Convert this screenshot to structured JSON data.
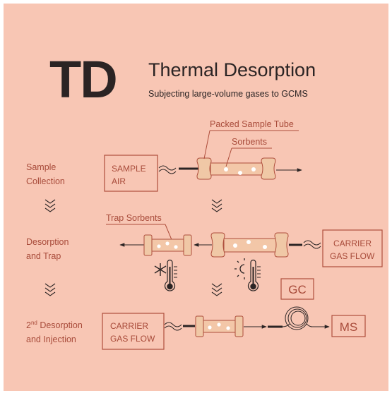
{
  "header": {
    "logo": "TD",
    "title": "Thermal Desorption",
    "subtitle": "Subjecting large-volume gases to GCMS"
  },
  "labels": {
    "packed_tube": "Packed Sample Tube",
    "sorbents": "Sorbents",
    "trap_sorbents": "Trap Sorbents"
  },
  "steps": {
    "collection": {
      "line1": "Sample",
      "line2": "Collection"
    },
    "desorption": {
      "line1": "Desorption",
      "line2": "and Trap"
    },
    "second": {
      "sup": "nd",
      "line1_prefix": "2",
      "line1_rest": " Desorption",
      "line2": "and Injection"
    }
  },
  "boxes": {
    "sample_air": {
      "line1": "SAMPLE",
      "line2": "AIR"
    },
    "carrier_right": {
      "line1": "CARRIER",
      "line2": "GAS FLOW"
    },
    "carrier_left": {
      "line1": "CARRIER",
      "line2": "GAS FLOW"
    },
    "gc": "GC",
    "ms": "MS"
  },
  "icons": {
    "cool": "snowflake-thermometer-icon",
    "heat": "sun-thermometer-icon",
    "flow_down": "chevron-down-icon",
    "column": "coil-column-icon"
  },
  "colors": {
    "background": "#f8c6b4",
    "border": "#ffffff",
    "outline": "#ae4e3c",
    "text_dark": "#2b2424",
    "step_text": "#a84b3a",
    "tube_fill": "#f3c7a8",
    "end_cap": "#f0c8a6",
    "dot": "#ffffff"
  }
}
